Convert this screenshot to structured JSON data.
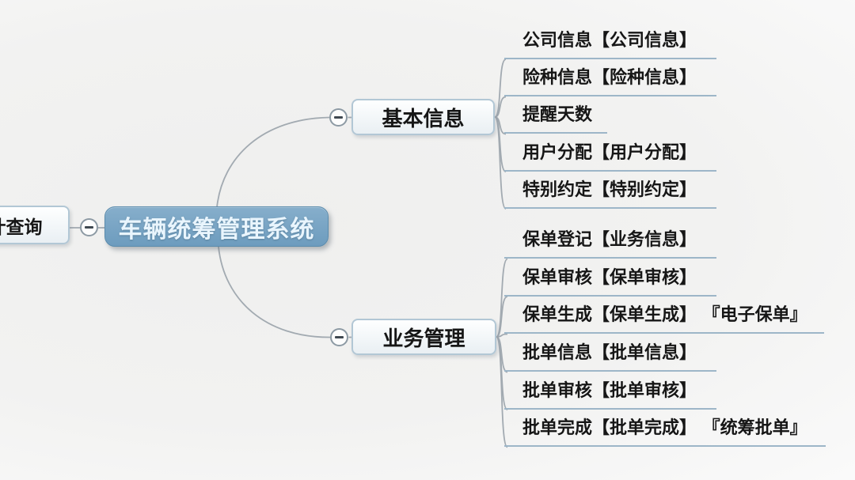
{
  "mindmap": {
    "root": {
      "label": "车辆统筹管理系统"
    },
    "left_node": {
      "label": "计查询"
    },
    "branches": [
      {
        "label": "基本信息",
        "children": [
          "公司信息【公司信息】",
          "险种信息【险种信息】",
          "提醒天数",
          "用户分配【用户分配】",
          "特别约定【特别约定】"
        ]
      },
      {
        "label": "业务管理",
        "children": [
          "保单登记【业务信息】",
          "保单审核【保单审核】",
          "保单生成【保单生成】 『电子保单』",
          "批单信息【批单信息】",
          "批单审核【批单审核】",
          "批单完成【批单完成】 『统筹批单』"
        ]
      }
    ],
    "collapse_glyph": "−"
  },
  "colors": {
    "background": "#f2f2f1",
    "connector": "#a2aab1",
    "underline": "#9db6c8",
    "root_fill_top": "#86aecb",
    "root_fill_bottom": "#6d9cbe",
    "root_border": "#5b8cad",
    "root_text": "#e9f5fd",
    "box_fill_top": "#feffff",
    "box_fill_bottom": "#e9eff3",
    "box_border": "#b2c7d5",
    "circle_border": "#8d9aa4",
    "minus": "#3f4850",
    "text": "#161616"
  }
}
